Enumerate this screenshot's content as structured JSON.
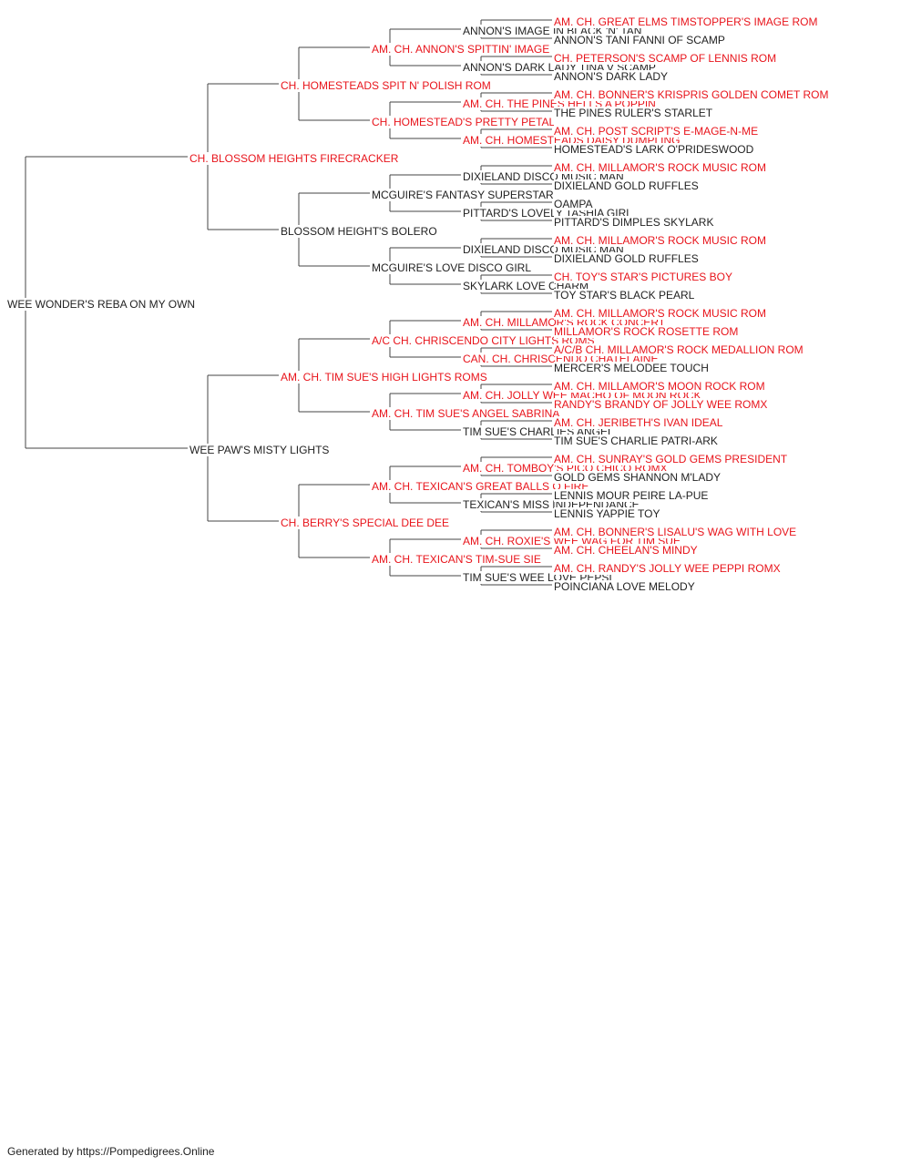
{
  "colors": {
    "champion": "#e8141b",
    "plain": "#222222",
    "line": "#444444"
  },
  "pedigree": {
    "name": "WEE WONDER'S REBA ON MY OWN",
    "champion": false,
    "sire": {
      "name": "CH. BLOSSOM HEIGHTS FIRECRACKER",
      "champion": true,
      "sire": {
        "name": "CH. HOMESTEADS SPIT N' POLISH ROM",
        "champion": true,
        "sire": {
          "name": "AM. CH. ANNON'S SPITTIN' IMAGE",
          "champion": true,
          "sire": {
            "name": "ANNON'S IMAGE IN BLACK 'N' TAN",
            "champion": false,
            "sire": {
              "name": "AM. CH. GREAT ELMS TIMSTOPPER'S IMAGE ROM",
              "champion": true
            },
            "dam": {
              "name": "ANNON'S TANI FANNI OF SCAMP",
              "champion": false
            }
          },
          "dam": {
            "name": "ANNON'S DARK LADY TINA V SCAMP",
            "champion": false,
            "sire": {
              "name": "CH. PETERSON'S SCAMP OF LENNIS ROM",
              "champion": true
            },
            "dam": {
              "name": "ANNON'S DARK LADY",
              "champion": false
            }
          }
        },
        "dam": {
          "name": "CH. HOMESTEAD'S PRETTY PETAL",
          "champion": true,
          "sire": {
            "name": "AM. CH. THE PINES HELLS A POPPIN",
            "champion": true,
            "sire": {
              "name": "AM. CH. BONNER'S KRISPRIS GOLDEN COMET ROM",
              "champion": true
            },
            "dam": {
              "name": "THE PINES RULER'S STARLET",
              "champion": false
            }
          },
          "dam": {
            "name": "AM. CH. HOMESTEADS DAISY DUMPLING",
            "champion": true,
            "sire": {
              "name": "AM. CH. POST SCRIPT'S E-MAGE-N-ME",
              "champion": true
            },
            "dam": {
              "name": "HOMESTEAD'S LARK O'PRIDESWOOD",
              "champion": false
            }
          }
        }
      },
      "dam": {
        "name": "BLOSSOM HEIGHT'S BOLERO",
        "champion": false,
        "sire": {
          "name": "MCGUIRE'S FANTASY SUPERSTAR",
          "champion": false,
          "sire": {
            "name": "DIXIELAND DISCO MUSIC MAN",
            "champion": false,
            "sire": {
              "name": "AM. CH. MILLAMOR'S ROCK MUSIC ROM",
              "champion": true
            },
            "dam": {
              "name": "DIXIELAND GOLD RUFFLES",
              "champion": false
            }
          },
          "dam": {
            "name": "PITTARD'S LOVELY TASHIA GIRL",
            "champion": false,
            "sire": {
              "name": "OAMPA",
              "champion": false
            },
            "dam": {
              "name": "PITTARD'S DIMPLES SKYLARK",
              "champion": false
            }
          }
        },
        "dam": {
          "name": "MCGUIRE'S LOVE DISCO GIRL",
          "champion": false,
          "sire": {
            "name": "DIXIELAND DISCO MUSIC MAN",
            "champion": false,
            "sire": {
              "name": "AM. CH. MILLAMOR'S ROCK MUSIC ROM",
              "champion": true
            },
            "dam": {
              "name": "DIXIELAND GOLD RUFFLES",
              "champion": false
            }
          },
          "dam": {
            "name": "SKYLARK LOVE CHARM",
            "champion": false,
            "sire": {
              "name": "CH. TOY'S STAR'S PICTURES BOY",
              "champion": true
            },
            "dam": {
              "name": "TOY STAR'S BLACK PEARL",
              "champion": false
            }
          }
        }
      }
    },
    "dam": {
      "name": "WEE PAW'S MISTY LIGHTS",
      "champion": false,
      "sire": {
        "name": "AM. CH. TIM SUE'S HIGH LIGHTS ROMS",
        "champion": true,
        "sire": {
          "name": "A/C CH. CHRISCENDO CITY LIGHTS ROMS",
          "champion": true,
          "sire": {
            "name": "AM. CH. MILLAMOR'S ROCK CONCERT",
            "champion": true,
            "sire": {
              "name": "AM. CH. MILLAMOR'S ROCK MUSIC ROM",
              "champion": true
            },
            "dam": {
              "name": "MILLAMOR'S ROCK ROSETTE ROM",
              "champion": true
            }
          },
          "dam": {
            "name": "CAN. CH. CHRISCENDO CHATELAINE",
            "champion": true,
            "sire": {
              "name": "A/C/B CH. MILLAMOR'S ROCK MEDALLION ROM",
              "champion": true
            },
            "dam": {
              "name": "MERCER'S MELODEE TOUCH",
              "champion": false
            }
          }
        },
        "dam": {
          "name": "AM. CH. TIM SUE'S ANGEL SABRINA",
          "champion": true,
          "sire": {
            "name": "AM. CH. JOLLY WEE MACHO OF MOON ROCK",
            "champion": true,
            "sire": {
              "name": "AM. CH. MILLAMOR'S MOON ROCK ROM",
              "champion": true
            },
            "dam": {
              "name": "RANDY'S BRANDY OF JOLLY WEE ROMX",
              "champion": true
            }
          },
          "dam": {
            "name": "TIM SUE'S CHARLIES ANGEL",
            "champion": false,
            "sire": {
              "name": "AM. CH. JERIBETH'S IVAN IDEAL",
              "champion": true
            },
            "dam": {
              "name": "TIM SUE'S CHARLIE PATRI-ARK",
              "champion": false
            }
          }
        }
      },
      "dam": {
        "name": "CH. BERRY'S SPECIAL DEE DEE",
        "champion": true,
        "sire": {
          "name": "AM. CH. TEXICAN'S GREAT BALLS O FIRE",
          "champion": true,
          "sire": {
            "name": "AM. CH. TOMBOY'S PICO CHICO ROMX",
            "champion": true,
            "sire": {
              "name": "AM. CH. SUNRAY'S GOLD GEMS PRESIDENT",
              "champion": true
            },
            "dam": {
              "name": "GOLD GEMS SHANNON M'LADY",
              "champion": false
            }
          },
          "dam": {
            "name": "TEXICAN'S MISS INDEPENDANCE",
            "champion": false,
            "sire": {
              "name": "LENNIS MOUR PEIRE LA-PUE",
              "champion": false
            },
            "dam": {
              "name": "LENNIS YAPPIE TOY",
              "champion": false
            }
          }
        },
        "dam": {
          "name": "AM. CH. TEXICAN'S TIM-SUE SIE",
          "champion": true,
          "sire": {
            "name": "AM. CH. ROXIE'S WEE WAG FOR TIM SUE",
            "champion": true,
            "sire": {
              "name": "AM. CH. BONNER'S LISALU'S WAG WITH LOVE",
              "champion": true
            },
            "dam": {
              "name": "AM. CH. CHEELAN'S MINDY",
              "champion": true
            }
          },
          "dam": {
            "name": "TIM SUE'S WEE LOVE PEPSI",
            "champion": false,
            "sire": {
              "name": "AM. CH. RANDY'S JOLLY WEE PEPPI ROMX",
              "champion": true
            },
            "dam": {
              "name": "POINCIANA LOVE MELODY",
              "champion": false
            }
          }
        }
      }
    }
  },
  "footer": {
    "text": "Generated by https://Pompedigrees.Online"
  }
}
